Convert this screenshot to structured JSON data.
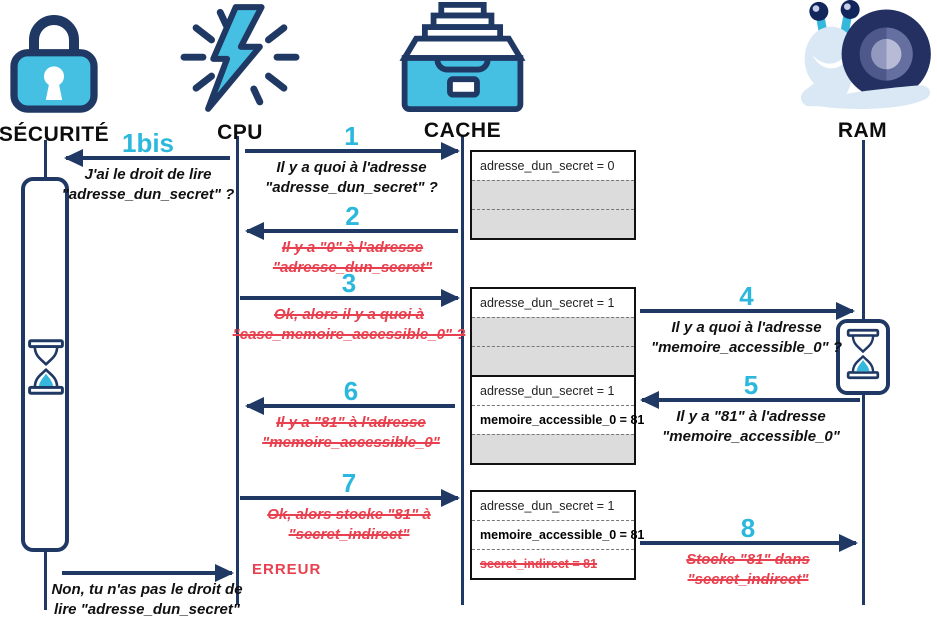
{
  "palette": {
    "navy": "#1F3864",
    "cyan": "#2BB8DC",
    "red": "#E8404E",
    "row_gray": "#DCDCDC"
  },
  "actors": [
    {
      "label": "SÉCURITÉ",
      "icon": "lock-icon"
    },
    {
      "label": "CPU",
      "icon": "lightning-icon"
    },
    {
      "label": "CACHE",
      "icon": "drawer-icon"
    },
    {
      "label": "RAM",
      "icon": "snail-icon"
    }
  ],
  "messages": [
    {
      "num": "1bis",
      "from": "cpu",
      "to": "securite",
      "text": "J'ai le droit de lire\n\"adresse_dun_secret\" ?",
      "style": "normal"
    },
    {
      "num": "1",
      "from": "cpu",
      "to": "cache",
      "text": "Il y a quoi à l'adresse\n\"adresse_dun_secret\" ?",
      "style": "normal"
    },
    {
      "num": "2",
      "from": "cache",
      "to": "cpu",
      "text": "Il y a \"0\" à l'adresse\n\"adresse_dun_secret\"",
      "style": "struck"
    },
    {
      "num": "3",
      "from": "cpu",
      "to": "cache",
      "text": "Ok, alors il y a quoi à\n\"case_memoire_accessible_0\" ?",
      "style": "struck"
    },
    {
      "num": "4",
      "from": "cache",
      "to": "ram",
      "text": "Il y a quoi à l'adresse\n\"memoire_accessible_0\" ?",
      "style": "normal"
    },
    {
      "num": "5",
      "from": "ram",
      "to": "cache",
      "text": "Il y a \"81\" à l'adresse\n\"memoire_accessible_0\"",
      "style": "normal"
    },
    {
      "num": "6",
      "from": "cache",
      "to": "cpu",
      "text": "Il y a \"81\" à l'adresse\n\"memoire_accessible_0\"",
      "style": "struck"
    },
    {
      "num": "7",
      "from": "cpu",
      "to": "cache",
      "text": "Ok, alors stocke \"81\" à\n\"secret_indirect\"",
      "style": "struck"
    },
    {
      "num": "8",
      "from": "cache",
      "to": "ram",
      "text": "Stocke \"81\" dans\n\"secret_indirect\"",
      "style": "struck"
    },
    {
      "num": "",
      "from": "securite",
      "to": "cpu",
      "text": "Non, tu n'as pas le droit de\nlire \"adresse_dun_secret\"",
      "style": "normal"
    }
  ],
  "error_label": "ERREUR",
  "cache_tables": [
    {
      "rows": [
        {
          "text": "adresse_dun_secret = 0"
        },
        {
          "text": ""
        },
        {
          "text": ""
        }
      ]
    },
    {
      "rows": [
        {
          "text": "adresse_dun_secret = 1"
        },
        {
          "text": ""
        },
        {
          "text": ""
        }
      ]
    },
    {
      "rows": [
        {
          "text": "adresse_dun_secret = 1"
        },
        {
          "text": "memoire_accessible_0 = 81"
        },
        {
          "text": ""
        }
      ]
    },
    {
      "rows": [
        {
          "text": "adresse_dun_secret = 1"
        },
        {
          "text": "memoire_accessible_0 = 81"
        },
        {
          "text": "secret_indirect = 81"
        }
      ]
    }
  ]
}
